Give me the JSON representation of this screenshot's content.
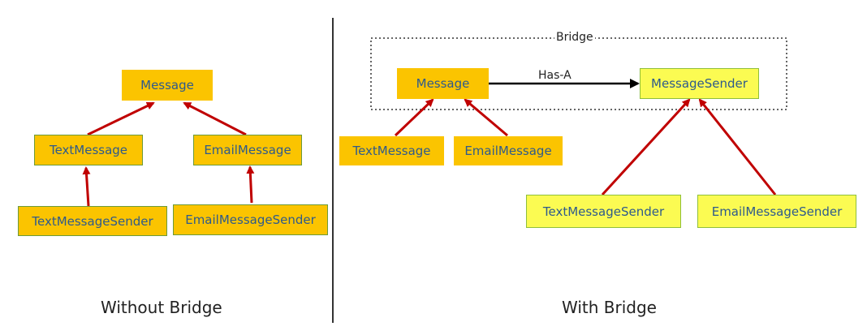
{
  "left_diagram": {
    "caption": "Without Bridge",
    "nodes": {
      "message": "Message",
      "text_message": "TextMessage",
      "email_message": "EmailMessage",
      "text_message_sender": "TextMessageSender",
      "email_message_sender": "EmailMessageSender"
    }
  },
  "right_diagram": {
    "caption": "With Bridge",
    "bridge_label": "Bridge",
    "relation_label": "Has-A",
    "nodes": {
      "message": "Message",
      "message_sender": "MessageSender",
      "text_message": "TextMessage",
      "email_message": "EmailMessage",
      "text_message_sender": "TextMessageSender",
      "email_message_sender": "EmailMessageSender"
    }
  },
  "colors": {
    "gold_box": "#fbc400",
    "yellow_box": "#fbfb52",
    "box_text": "#2e5a8c",
    "inherit_arrow": "#c00000",
    "association_arrow": "#000000",
    "divider": "#333333"
  }
}
